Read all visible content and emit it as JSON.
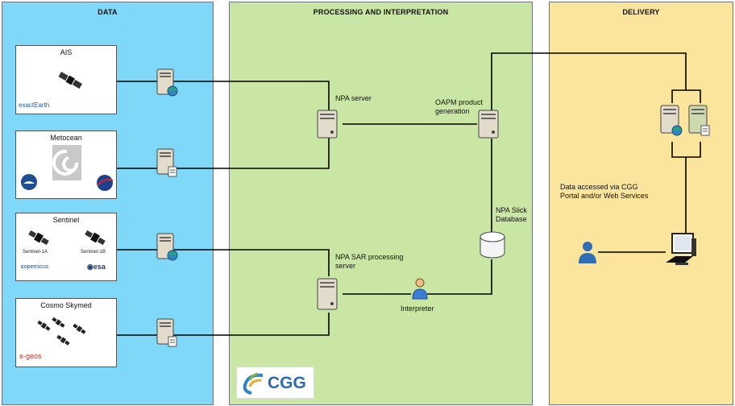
{
  "panels": {
    "data": "DATA",
    "processing": "PROCESSING AND INTERPRETATION",
    "delivery": "DELIVERY"
  },
  "sources": {
    "ais": {
      "title": "AIS",
      "logo": "exactEarth"
    },
    "metocean": {
      "title": "Metocean"
    },
    "sentinel": {
      "title": "Sentinel",
      "sat_a": "Sentinel-1A",
      "sat_b": "Sentinel-1B",
      "logo_a": "opernicus",
      "logo_b": "esa"
    },
    "cosmo": {
      "title": "Cosmo Skymed",
      "logo": "e-geos"
    }
  },
  "labels": {
    "npa_server": "NPA server",
    "oapm_line1": "OAPM product",
    "oapm_line2": "generation",
    "slick_line1": "NPA Slick",
    "slick_line2": "Database",
    "sar_line1": "NPA SAR processing",
    "sar_line2": "server",
    "interpreter": "Interpreter",
    "delivery_line1": "Data accessed via CGG",
    "delivery_line2": "Portal and/or Web Services"
  },
  "branding": {
    "cgg": "CGG"
  },
  "colors": {
    "data_bg": "#7fd8f8",
    "processing_bg": "#c9e6a5",
    "delivery_bg": "#fbe49b",
    "connector": "#000000"
  }
}
